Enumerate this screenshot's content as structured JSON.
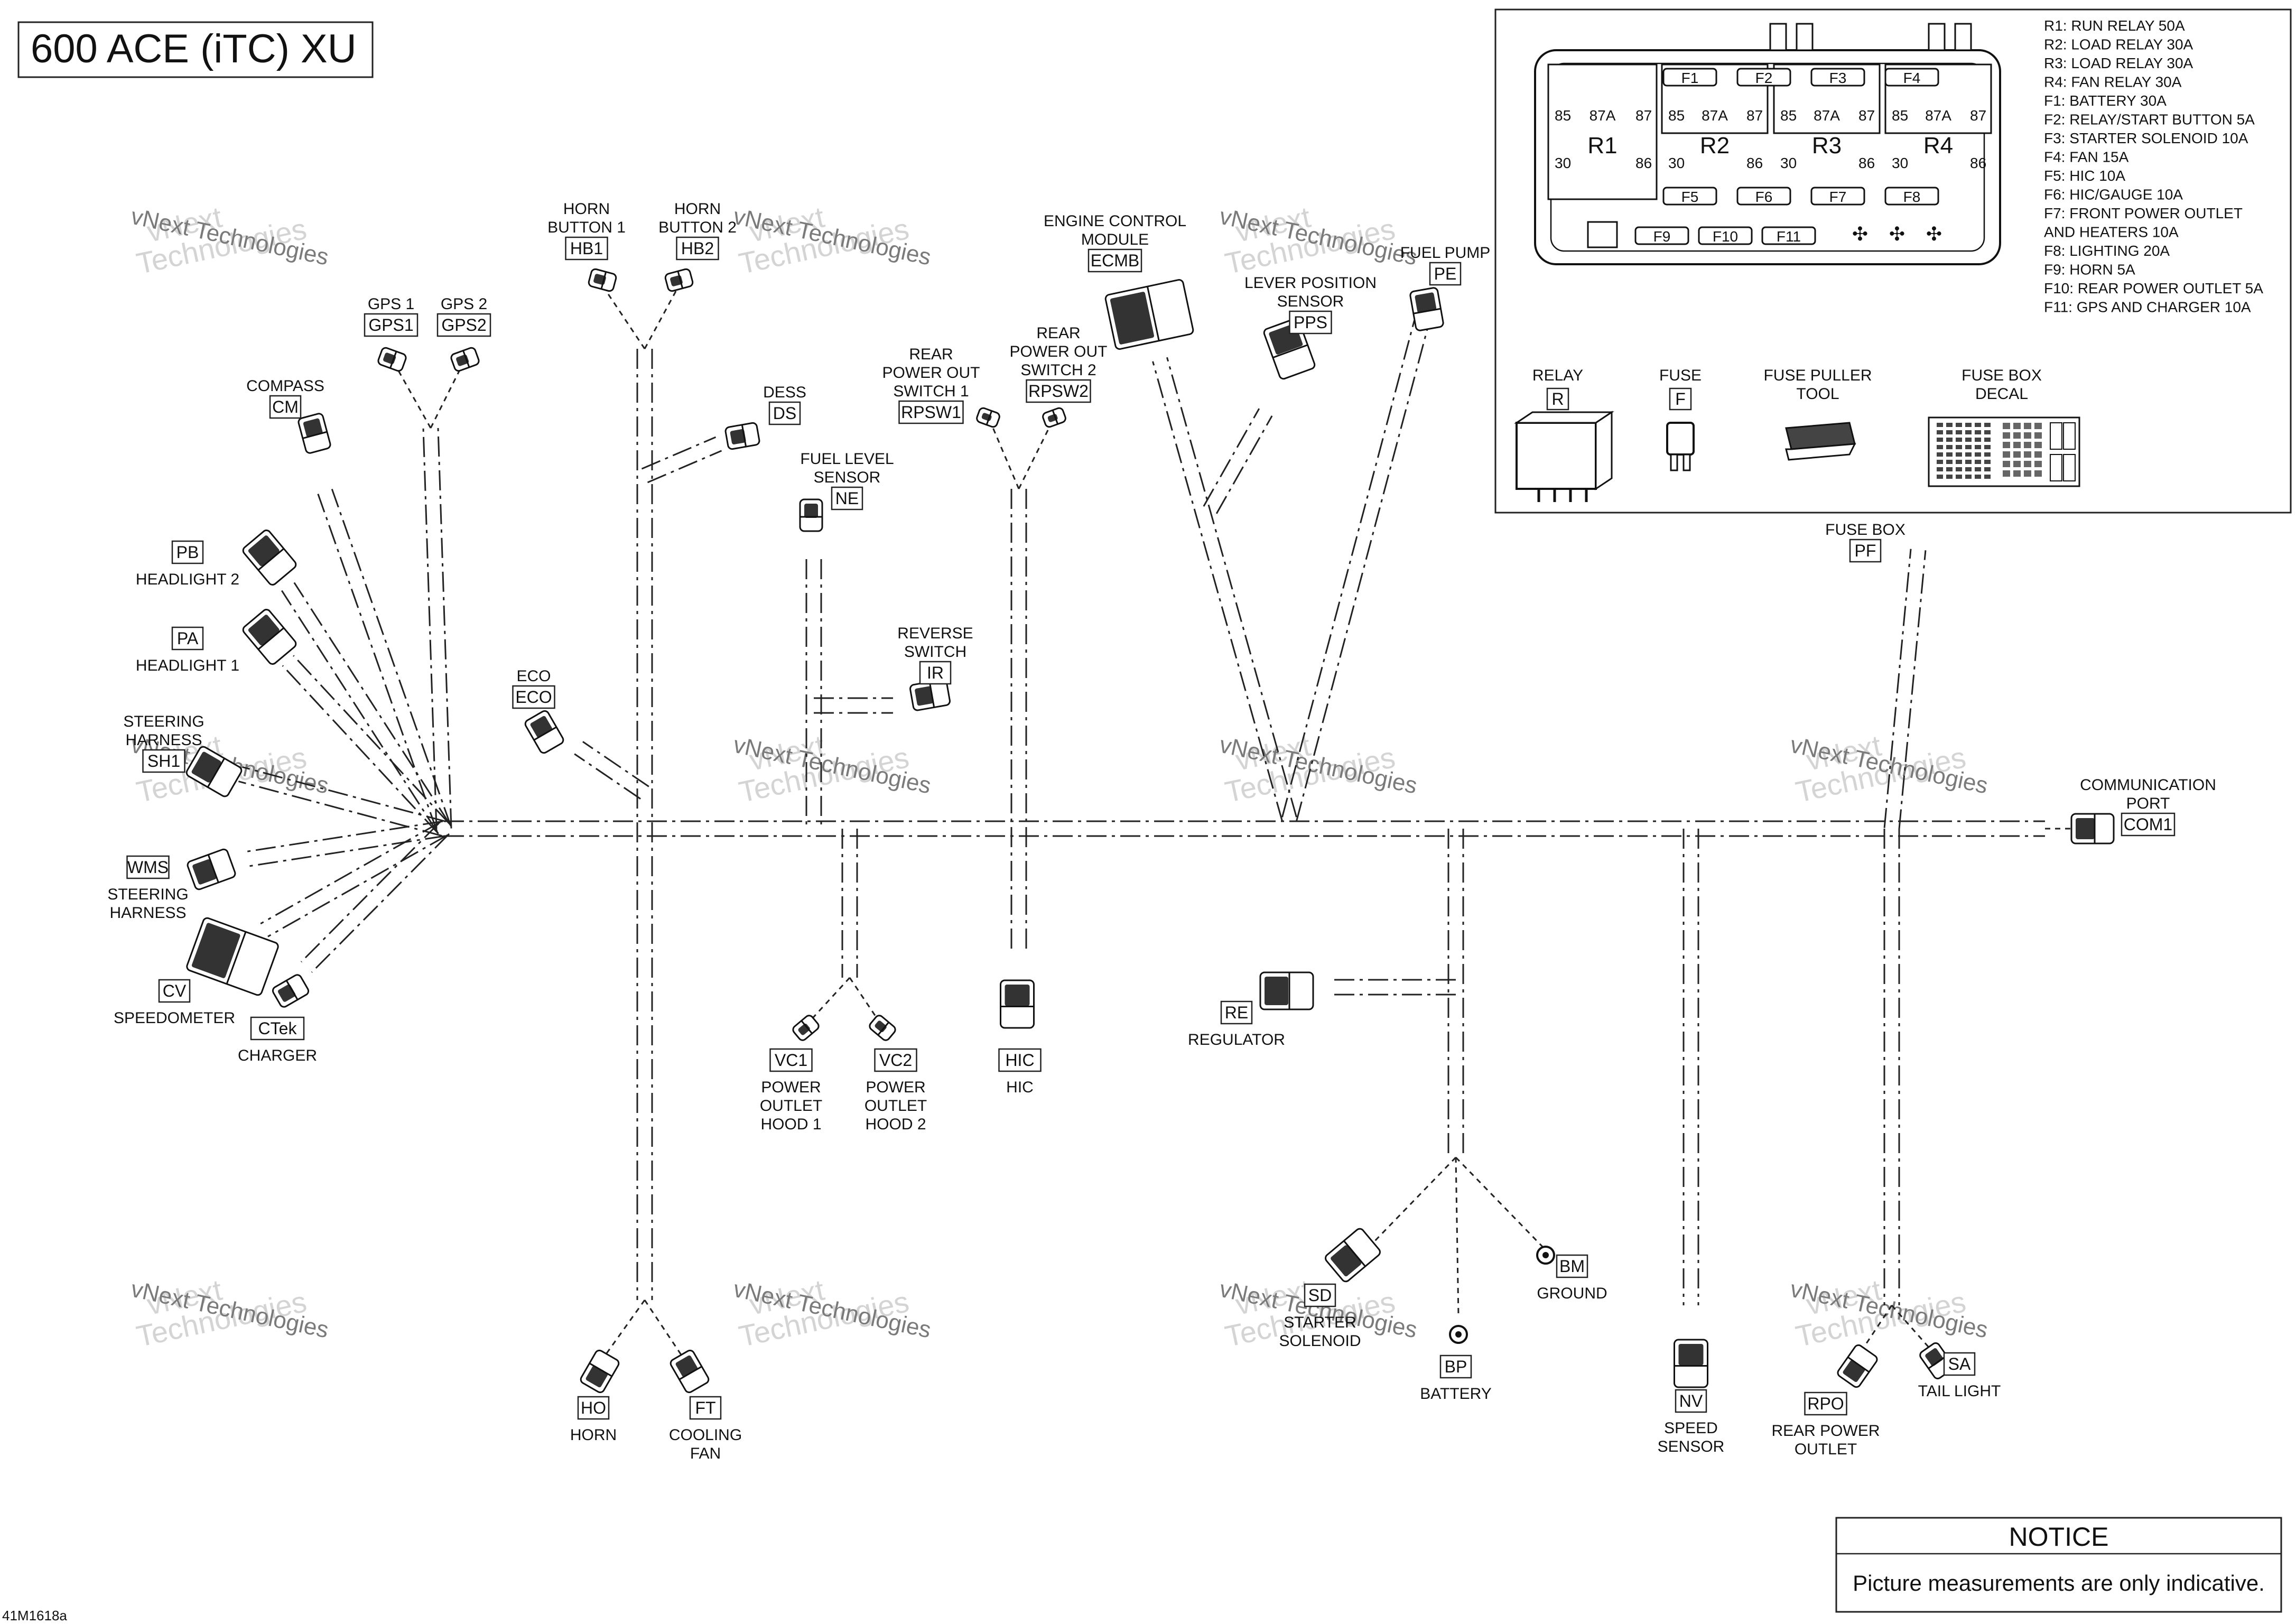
{
  "title": "600 ACE (iTC) XU",
  "footer_code": "41M1618a",
  "watermark": {
    "line1": "vNext",
    "line2": "Technologies",
    "small": "vNext Technologies"
  },
  "notice": {
    "heading": "NOTICE",
    "text": "Picture measurements are only indicative."
  },
  "legend": [
    "R1: RUN RELAY 50A",
    "R2: LOAD RELAY 30A",
    "R3: LOAD RELAY 30A",
    "R4: FAN RELAY 30A",
    "F1: BATTERY 30A",
    "F2: RELAY/START BUTTON 5A",
    "F3: STARTER SOLENOID 10A",
    "F4: FAN 15A",
    "F5: HIC 10A",
    "F6: HIC/GAUGE 10A",
    "F7: FRONT POWER OUTLET",
    "     AND HEATERS 10A",
    "F8: LIGHTING 20A",
    "F9: HORN 5A",
    "F10: REAR POWER OUTLET 5A",
    "F11: GPS AND CHARGER 10A"
  ],
  "fusebox": {
    "relays": [
      "R1",
      "R2",
      "R3",
      "R4"
    ],
    "pins": {
      "p85": "85",
      "p87a": "87A",
      "p87": "87",
      "p30": "30",
      "p86": "86"
    },
    "fuses_top": [
      "F1",
      "F2",
      "F3",
      "F4"
    ],
    "fuses_mid": [
      "F5",
      "F6",
      "F7",
      "F8"
    ],
    "fuses_bot": [
      "F9",
      "F10",
      "F11"
    ]
  },
  "inset_parts": [
    {
      "label": "RELAY",
      "code": "R"
    },
    {
      "label": "FUSE",
      "code": "F"
    },
    {
      "label": "FUSE PULLER\nTOOL",
      "code": ""
    },
    {
      "label": "FUSE BOX\nDECAL",
      "code": ""
    }
  ],
  "components": [
    {
      "id": "gps1",
      "label": "GPS 1",
      "code": "GPS1"
    },
    {
      "id": "gps2",
      "label": "GPS 2",
      "code": "GPS2"
    },
    {
      "id": "hb1",
      "label": "HORN\nBUTTON 1",
      "code": "HB1"
    },
    {
      "id": "hb2",
      "label": "HORN\nBUTTON 2",
      "code": "HB2"
    },
    {
      "id": "cm",
      "label": "COMPASS",
      "code": "CM"
    },
    {
      "id": "ds",
      "label": "DESS",
      "code": "DS"
    },
    {
      "id": "ne",
      "label": "FUEL LEVEL\nSENSOR",
      "code": "NE"
    },
    {
      "id": "rpsw1",
      "label": "REAR\nPOWER OUT\nSWITCH 1",
      "code": "RPSW1"
    },
    {
      "id": "rpsw2",
      "label": "REAR\nPOWER OUT\nSWITCH 2",
      "code": "RPSW2"
    },
    {
      "id": "ecmb",
      "label": "ENGINE CONTROL\nMODULE",
      "code": "ECMB"
    },
    {
      "id": "pps",
      "label": "LEVER POSITION\nSENSOR",
      "code": "PPS"
    },
    {
      "id": "pe",
      "label": "FUEL PUMP",
      "code": "PE"
    },
    {
      "id": "pb",
      "label": "HEADLIGHT 2",
      "code": "PB"
    },
    {
      "id": "pa",
      "label": "HEADLIGHT 1",
      "code": "PA"
    },
    {
      "id": "ir",
      "label": "REVERSE\nSWITCH",
      "code": "IR"
    },
    {
      "id": "eco",
      "label": "ECO",
      "code": "ECO"
    },
    {
      "id": "sh1",
      "label": "STEERING\nHARNESS",
      "code": "SH1"
    },
    {
      "id": "wms",
      "label": "STEERING\nHARNESS",
      "code": "WMS"
    },
    {
      "id": "cv",
      "label": "SPEEDOMETER",
      "code": "CV"
    },
    {
      "id": "ctek",
      "label": "CHARGER",
      "code": "CTek"
    },
    {
      "id": "vc1",
      "label": "POWER\nOUTLET\nHOOD 1",
      "code": "VC1"
    },
    {
      "id": "vc2",
      "label": "POWER\nOUTLET\nHOOD 2",
      "code": "VC2"
    },
    {
      "id": "hic",
      "label": "HIC",
      "code": "HIC"
    },
    {
      "id": "re",
      "label": "REGULATOR",
      "code": "RE"
    },
    {
      "id": "pf",
      "label": "FUSE BOX",
      "code": "PF"
    },
    {
      "id": "com1",
      "label": "COMMUNICATION\nPORT",
      "code": "COM1"
    },
    {
      "id": "ho",
      "label": "HORN",
      "code": "HO"
    },
    {
      "id": "ft",
      "label": "COOLING\nFAN",
      "code": "FT"
    },
    {
      "id": "sd",
      "label": "STARTER\nSOLENOID",
      "code": "SD"
    },
    {
      "id": "bp",
      "label": "BATTERY",
      "code": "BP"
    },
    {
      "id": "bm",
      "label": "GROUND",
      "code": "BM"
    },
    {
      "id": "nv",
      "label": "SPEED\nSENSOR",
      "code": "NV"
    },
    {
      "id": "rpo",
      "label": "REAR POWER\nOUTLET",
      "code": "RPO"
    },
    {
      "id": "sa",
      "label": "TAIL LIGHT",
      "code": "SA"
    }
  ]
}
